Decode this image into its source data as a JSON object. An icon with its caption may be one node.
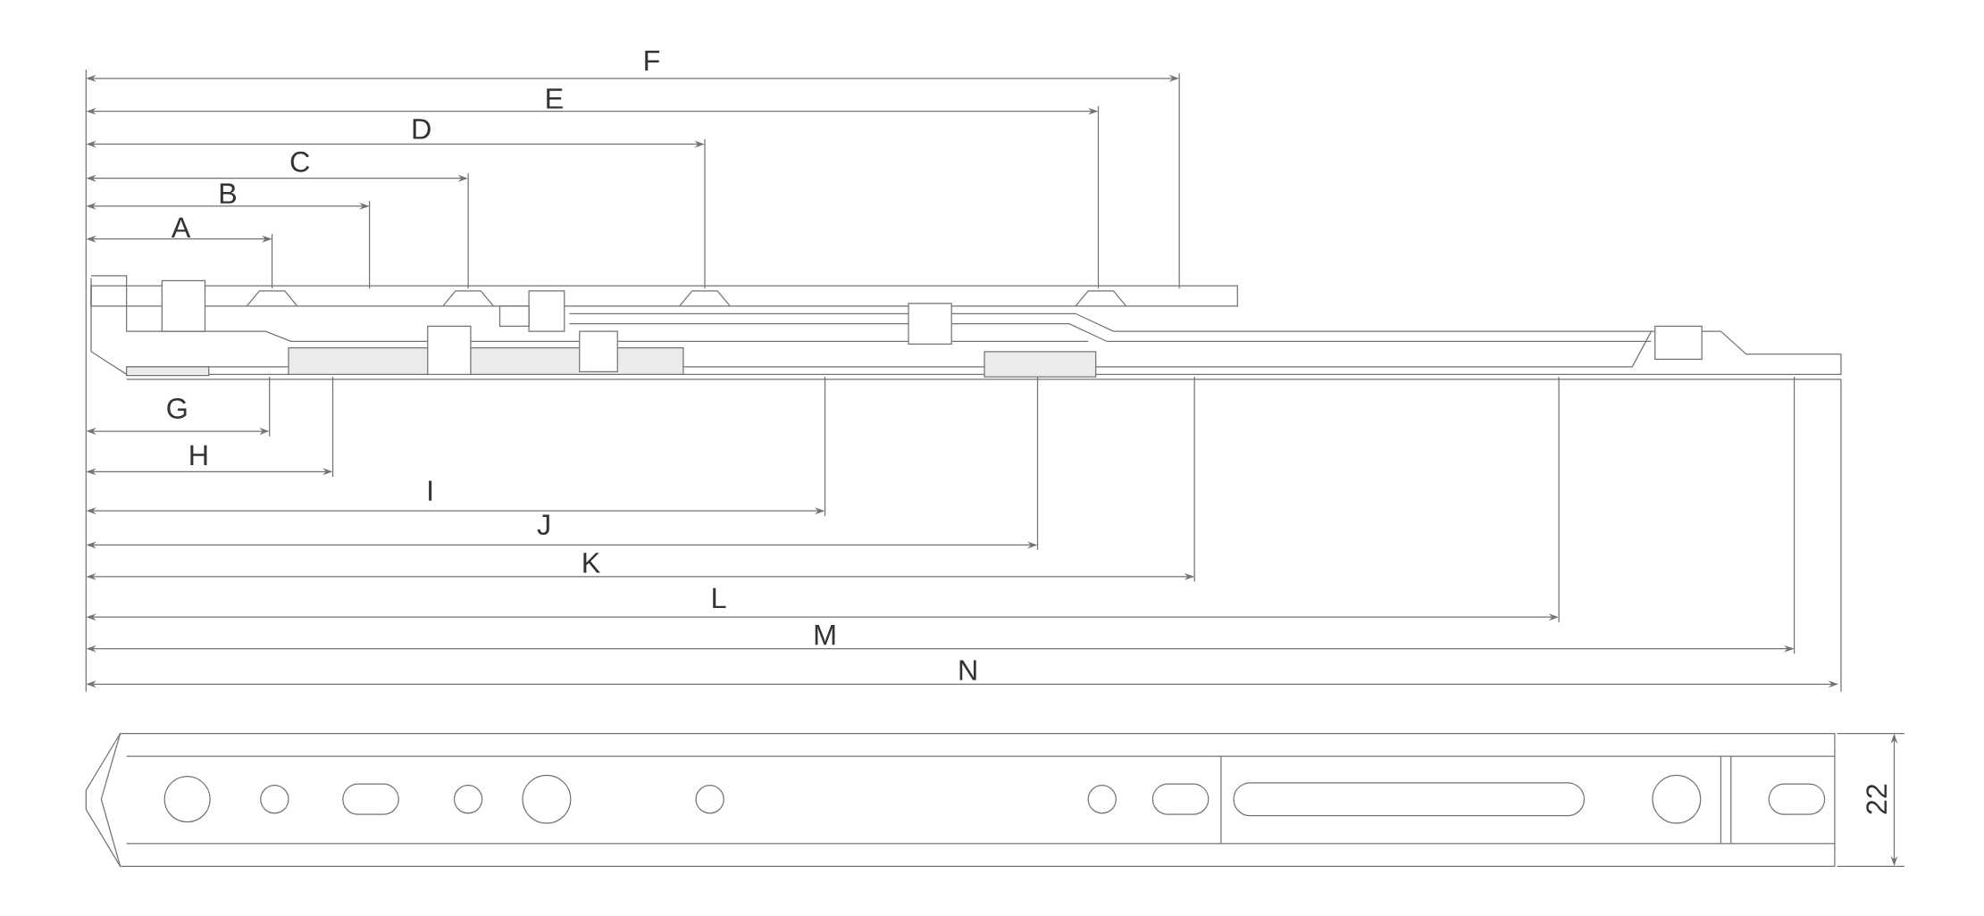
{
  "diagram": {
    "labels": [
      "F",
      "E",
      "D",
      "C",
      "B",
      "A",
      "G",
      "H",
      "I",
      "J",
      "K",
      "L",
      "M",
      "N",
      "22"
    ]
  }
}
